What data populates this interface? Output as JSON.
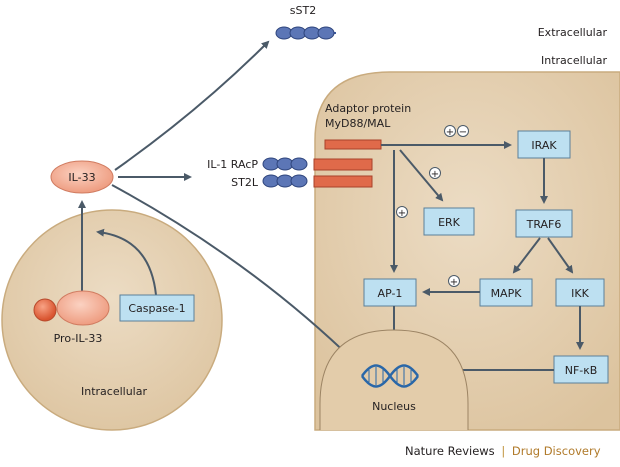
{
  "labels": {
    "extracellular": "Extracellular",
    "intracellular_right": "Intracellular",
    "intracellular_left": "Intracellular",
    "sst2": "sST2",
    "il33": "IL-33",
    "il1racp": "IL-1 RAcP",
    "st2l": "ST2L",
    "adaptor_line1": "Adaptor protein",
    "adaptor_line2": "MyD88/MAL",
    "pro_il33": "Pro-IL-33",
    "caspase1": "Caspase-1",
    "irak": "IRAK",
    "traf6": "TRAF6",
    "erk": "ERK",
    "ap1": "AP-1",
    "mapk": "MAPK",
    "ikk": "IKK",
    "nfkb": "NF-κB",
    "nucleus": "Nucleus",
    "plus": "+",
    "minus": "−"
  },
  "footer": {
    "journal": "Nature Reviews",
    "separator": "|",
    "section": "Drug Discovery"
  },
  "colors": {
    "cell_fill": "#e7d6bc",
    "cell_stroke": "#c9ab7e",
    "box_fill": "#bde0f1",
    "box_stroke": "#5b7f99",
    "receptor_red": "#e06a4a",
    "receptor_blue": "#3e5a9c",
    "il33_fill": "#f4b09a",
    "arrow": "#4b5a68",
    "dna_blue": "#2a67a8"
  }
}
